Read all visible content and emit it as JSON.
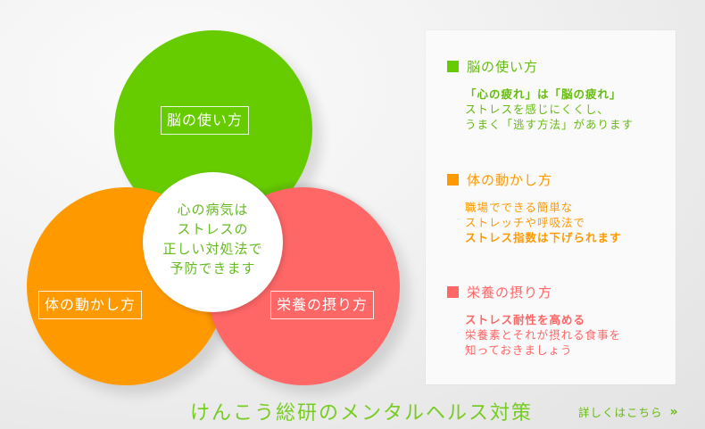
{
  "diagram": {
    "circles": [
      {
        "id": "brain",
        "label": "脳の使い方",
        "color": "#66cc00"
      },
      {
        "id": "body",
        "label": "体の動かし方",
        "color": "#ff9900"
      },
      {
        "id": "nutrition",
        "label": "栄養の摂り方",
        "color": "#ff6666"
      }
    ],
    "center": {
      "lines": [
        "心の病気は",
        "ストレスの",
        "正しい対処法で",
        "予防できます"
      ]
    }
  },
  "panel": {
    "sections": [
      {
        "title": "脳の使い方",
        "color": "#66cc00",
        "lines": [
          {
            "text": "「心の疲れ」は「脳の疲れ」",
            "bold": true
          },
          {
            "text": "ストレスを感じにくくし、",
            "bold": false
          },
          {
            "text": "うまく「逃す方法」があります",
            "bold": false
          }
        ]
      },
      {
        "title": "体の動かし方",
        "color": "#ff9900",
        "lines": [
          {
            "text": "職場でできる簡単な",
            "bold": false
          },
          {
            "text": "ストレッチや呼吸法で",
            "bold": false
          },
          {
            "text": "ストレス指数は下げられます",
            "bold": true
          }
        ]
      },
      {
        "title": "栄養の摂り方",
        "color": "#ff6666",
        "lines": [
          {
            "text": "ストレス耐性を高める",
            "bold": true
          },
          {
            "text": "栄養素とそれが摂れる食事を",
            "bold": false
          },
          {
            "text": "知っておきましょう",
            "bold": false
          }
        ]
      }
    ]
  },
  "footer": {
    "title": "けんこう総研のメンタルヘルス対策",
    "link_label": "詳しくはこちら",
    "link_icon": "»"
  }
}
